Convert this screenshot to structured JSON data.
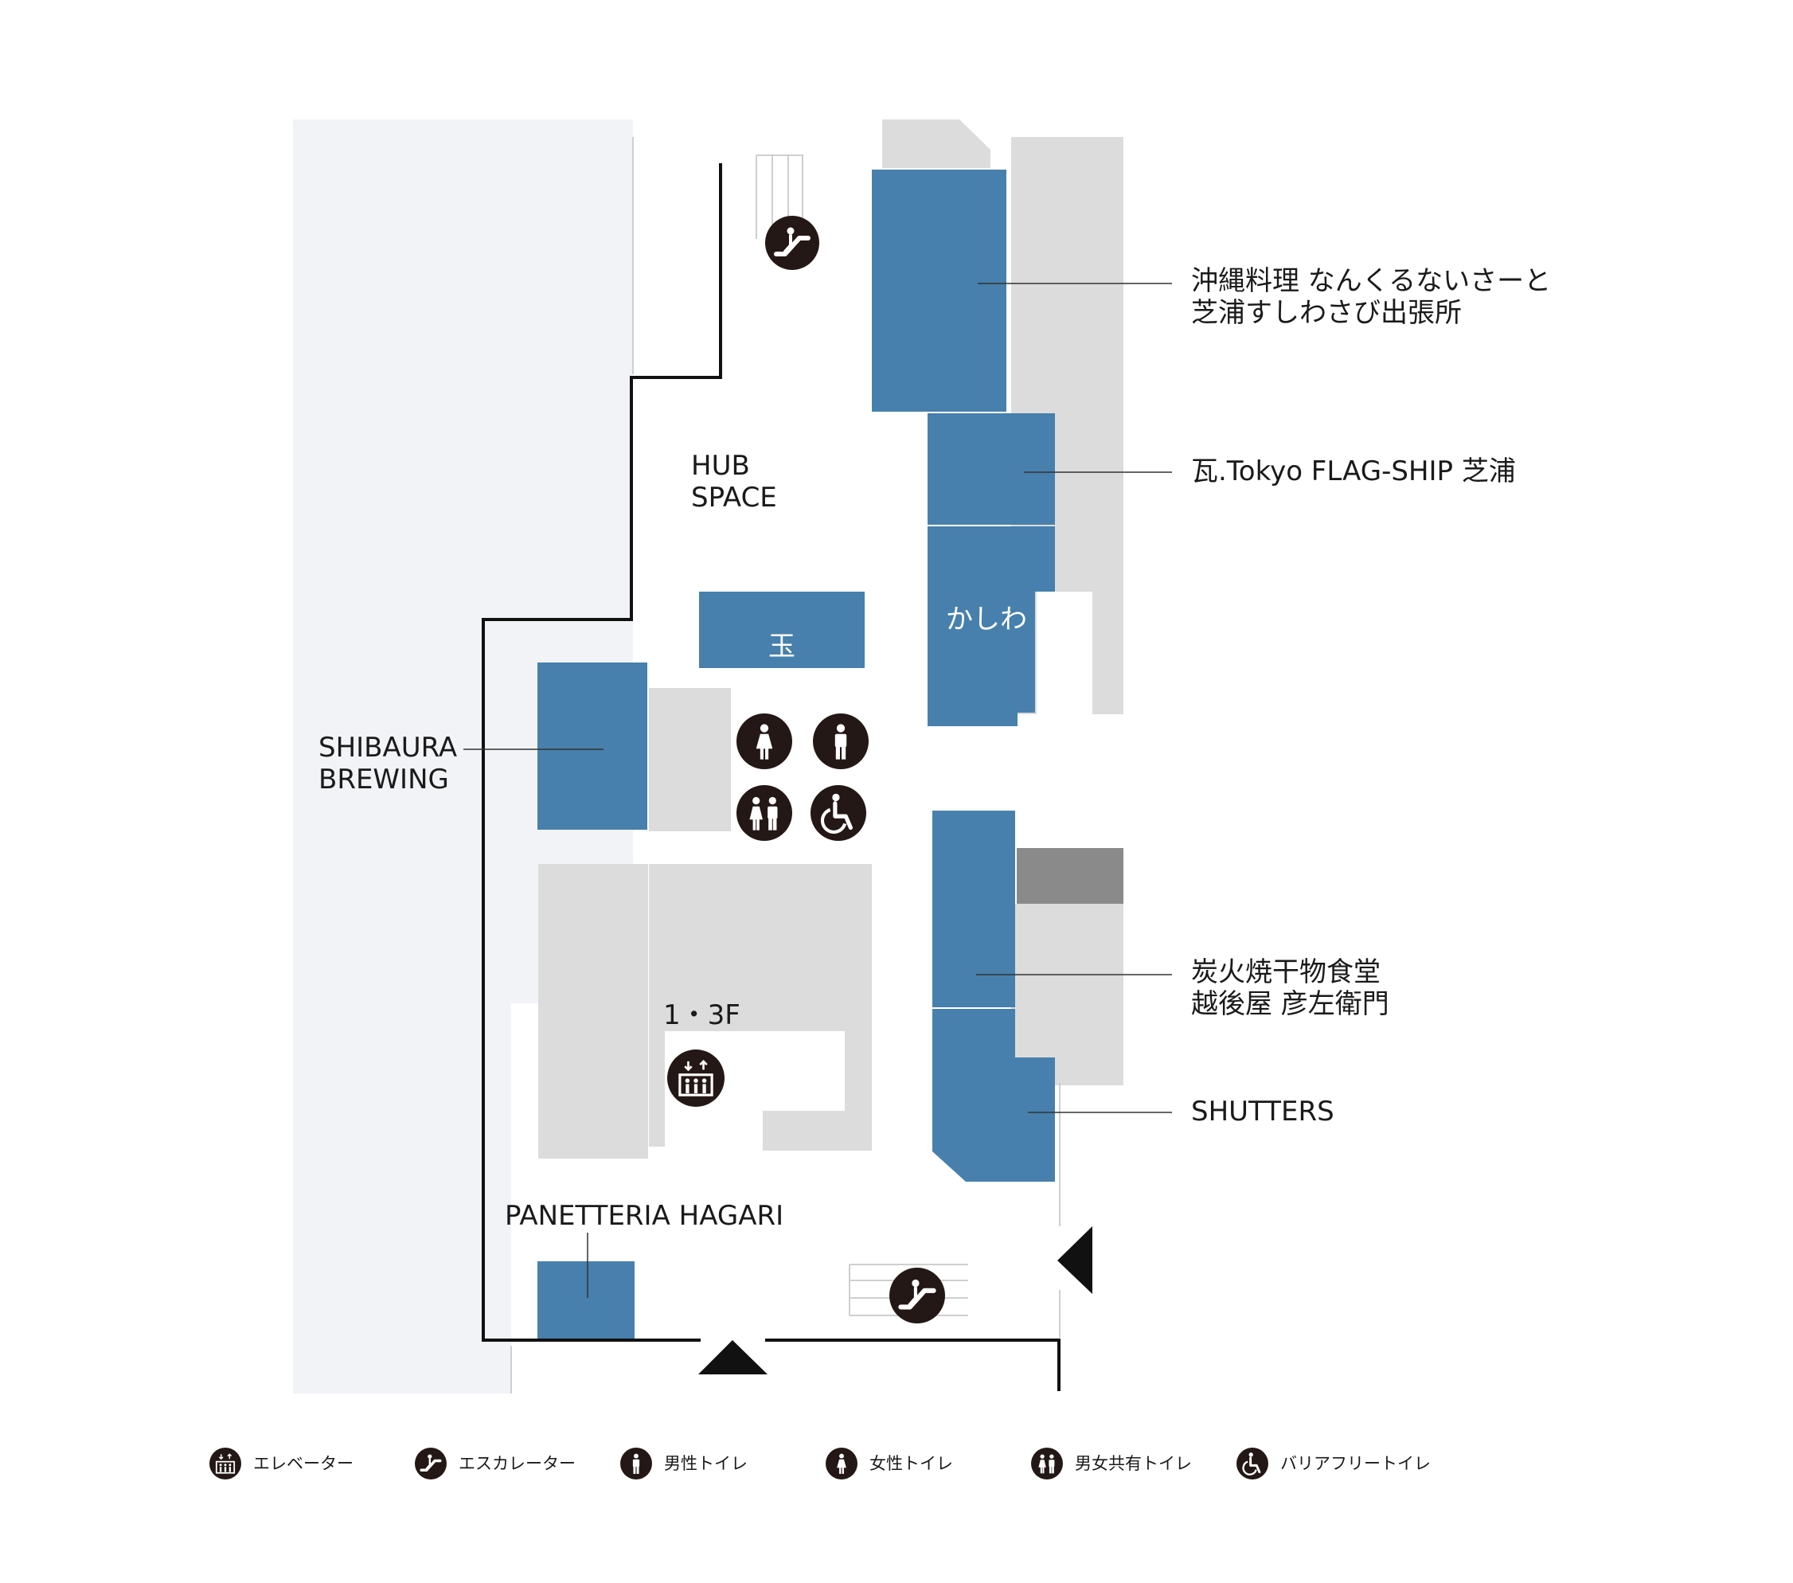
{
  "map": {
    "areas": {
      "hub_space": [
        "HUB",
        "SPACE"
      ],
      "floor_marker": "1・3F"
    },
    "shops": {
      "okinawa": [
        "沖縄料理 なんくるないさーと",
        "芝浦すしわさび出張所"
      ],
      "kawara": "瓦.Tokyo FLAG-SHIP 芝浦",
      "kashiwa": "かしわ",
      "tama": "玉",
      "shibaura_brewing": [
        "SHIBAURA",
        "BREWING"
      ],
      "sumibiyaki": [
        "炭火焼干物食堂",
        "越後屋 彦左衛門"
      ],
      "shutters": "SHUTTERS",
      "panetteria": "PANETTERIA HAGARI"
    }
  },
  "legend": [
    {
      "icon": "elevator-icon",
      "label": "エレベーター"
    },
    {
      "icon": "escalator-icon",
      "label": "エスカレーター"
    },
    {
      "icon": "mens-toilet-icon",
      "label": "男性トイレ"
    },
    {
      "icon": "womens-toilet-icon",
      "label": "女性トイレ"
    },
    {
      "icon": "unisex-toilet-icon",
      "label": "男女共有トイレ"
    },
    {
      "icon": "accessible-toilet-icon",
      "label": "バリアフリートイレ"
    }
  ],
  "colors": {
    "shop": "#4780AC",
    "other_tenant": "#DCDCDC",
    "dark_block": "#8A8A8A",
    "outside": "#F2F3F7",
    "wall": "#111111",
    "icon_bg": "#231815"
  }
}
